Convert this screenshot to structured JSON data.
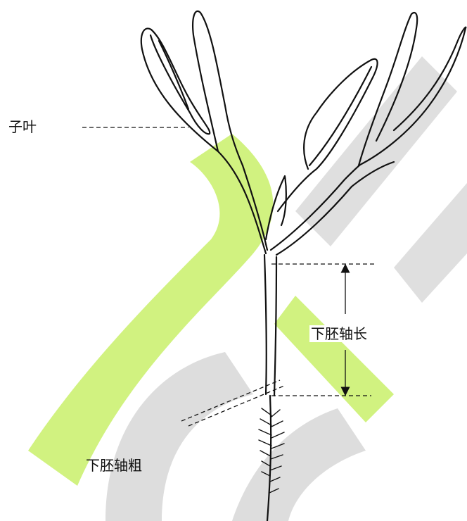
{
  "labels": {
    "cotyledon": "子叶",
    "hypocotyl_length": "下胚轴长",
    "hypocotyl_thickness": "下胚轴粗"
  },
  "colors": {
    "watermark_gray": "#d9d9d9",
    "watermark_green": "#c6ef5a",
    "ink": "#111111",
    "background": "#ffffff"
  }
}
